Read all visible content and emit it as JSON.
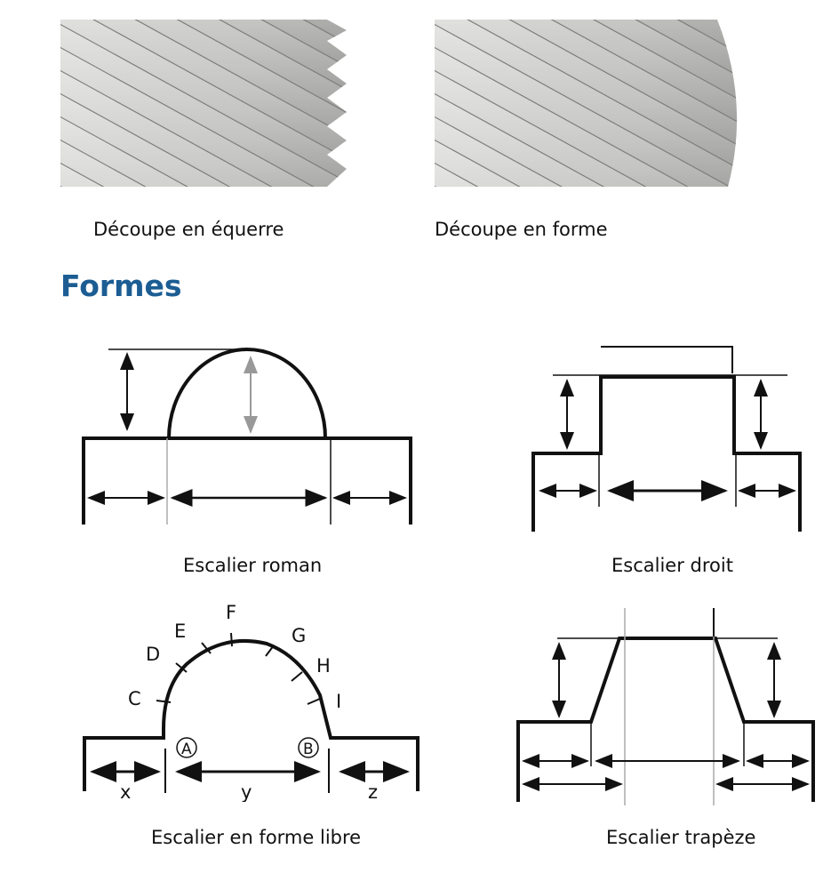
{
  "captions": {
    "cut_square": "Découpe en équerre",
    "cut_shape": "Découpe en forme",
    "roman": "Escalier roman",
    "straight": "Escalier droit",
    "free": "Escalier en forme libre",
    "trapeze": "Escalier trapèze"
  },
  "section_title": "Formes",
  "free_form_labels": {
    "c": "C",
    "d": "D",
    "e": "E",
    "f": "F",
    "g": "G",
    "h": "H",
    "i": "I",
    "a": "A",
    "b": "B",
    "x": "x",
    "y": "y",
    "z": "z"
  },
  "colors": {
    "heading": "#1c5d93",
    "slat": "#c9c9c7",
    "line": "#111111"
  }
}
